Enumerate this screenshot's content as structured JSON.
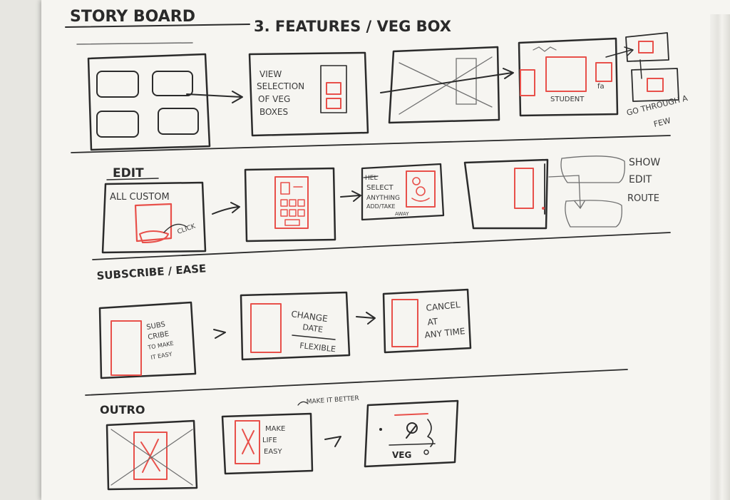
{
  "title": "STORY BOARD",
  "subtitle": "3. FEATURES / VEG BOX",
  "sections": {
    "edit": "EDIT",
    "subscribe": "SUBSCRIBE / EASE",
    "outro": "OUTRO"
  },
  "row1": {
    "panel2_text": [
      "VIEW",
      "SELECTION",
      "OF VEG",
      "BOXES"
    ],
    "panel4_label": "STUDENT",
    "note": [
      "GO THROUGH A",
      "FEW"
    ]
  },
  "row2": {
    "panel1_text": "ALL CUSTOM",
    "panel1_click": "CLICK",
    "panel3_text": [
      "SELECT",
      "ANYTHING",
      "ADD/TAKE",
      "AWAY"
    ],
    "note": [
      "SHOW",
      "EDIT",
      "ROUTE"
    ]
  },
  "row3": {
    "panel1_text": [
      "SUBS",
      "CRIBE",
      "TO MAKE",
      "IT EASY"
    ],
    "panel2_text": [
      "CHANGE",
      "DATE",
      "FLEXIBLE"
    ],
    "panel3_text": [
      "CANCEL",
      "AT",
      "ANY TIME"
    ]
  },
  "row4": {
    "panel2_text": [
      "MAKE",
      "LIFE",
      "EASY"
    ],
    "annotation": "MAKE IT BETTER",
    "panel3_label": "VEG"
  }
}
